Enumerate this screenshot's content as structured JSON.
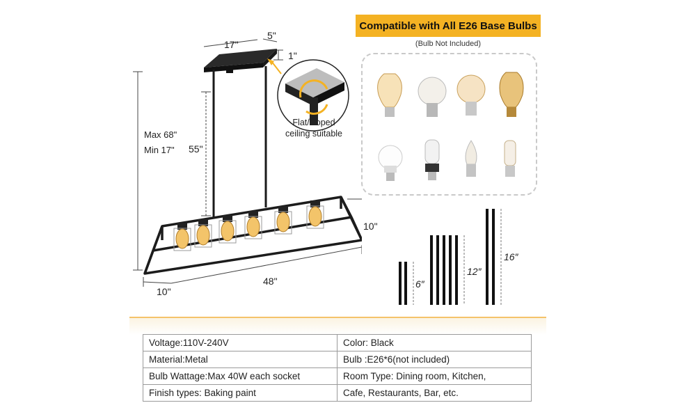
{
  "dimensions": {
    "canopy_length": "17\"",
    "canopy_width": "5\"",
    "canopy_height": "1\"",
    "max_height": "Max 68\"",
    "min_height": "Min 17\"",
    "rod_length": "55\"",
    "fixture_height": "10\"",
    "fixture_depth": "10\"",
    "fixture_length": "48\""
  },
  "ceiling_callout": [
    "Flat/sloped",
    "ceiling suitable"
  ],
  "bulb_panel": {
    "banner": "Compatible with All E26 Base Bulbs",
    "note": "(Bulb Not Included)",
    "accent": "#f4b223"
  },
  "rods": {
    "short": "6″",
    "medium": "12″",
    "long": "16″"
  },
  "specs": [
    [
      "Voltage:110V-240V",
      "Color: Black"
    ],
    [
      "Material:Metal",
      "Bulb :E26*6(not included)"
    ],
    [
      "Bulb Wattage:Max 40W each socket",
      "Room Type:  Dining room, Kitchen,"
    ],
    [
      "Finish types:  Baking paint",
      "Cafe, Restaurants, Bar, etc."
    ]
  ]
}
